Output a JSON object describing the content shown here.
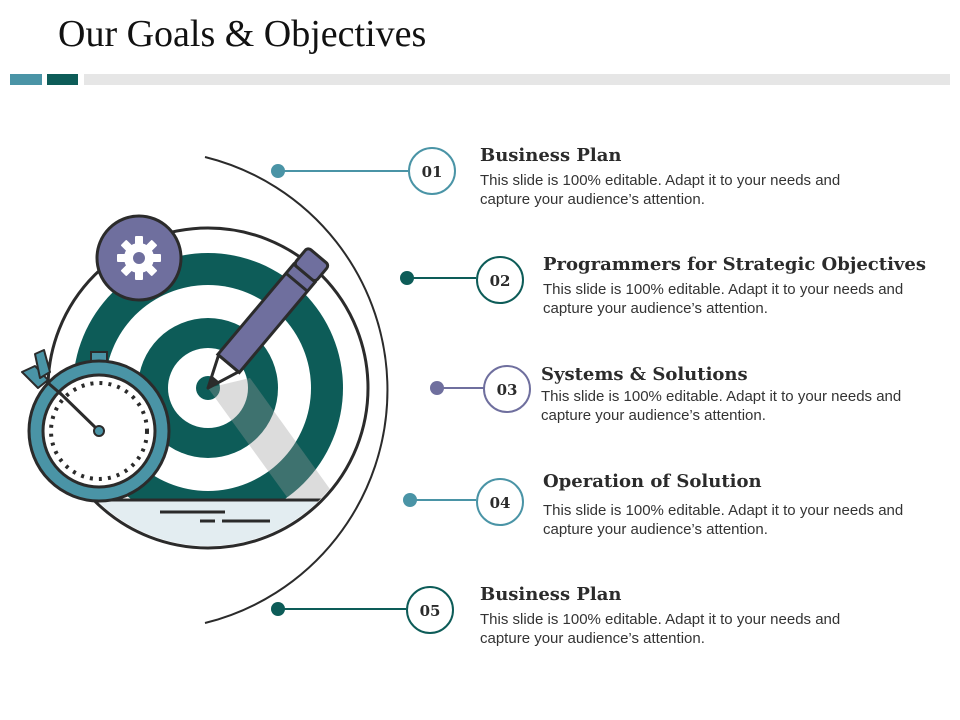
{
  "title": "Our Goals & Objectives",
  "colors": {
    "dark_teal": "#0d5c58",
    "light_teal": "#4a94a6",
    "purple": "#6f6f9e",
    "gray": "#e6e6e6",
    "outline": "#2b2b2b"
  },
  "items": [
    {
      "number": "01",
      "title": "Business Plan",
      "description": "This slide is 100% editable. Adapt it to your needs and capture your audience’s attention."
    },
    {
      "number": "02",
      "title": "Programmers for Strategic Objectives",
      "description": "This slide is 100% editable. Adapt it to your needs and capture your audience’s attention."
    },
    {
      "number": "03",
      "title": "Systems & Solutions",
      "description": "This slide is 100% editable. Adapt it to your needs and capture your audience’s attention."
    },
    {
      "number": "04",
      "title": "Operation of Solution",
      "description": "This slide is 100% editable. Adapt it to your needs and capture your audience’s attention."
    },
    {
      "number": "05",
      "title": "Business Plan",
      "description": "This slide is 100% editable. Adapt it to your needs and capture your audience’s attention."
    }
  ],
  "icons": [
    "target-icon",
    "pencil-icon",
    "gear-icon",
    "stopwatch-icon",
    "arrow-icon"
  ]
}
